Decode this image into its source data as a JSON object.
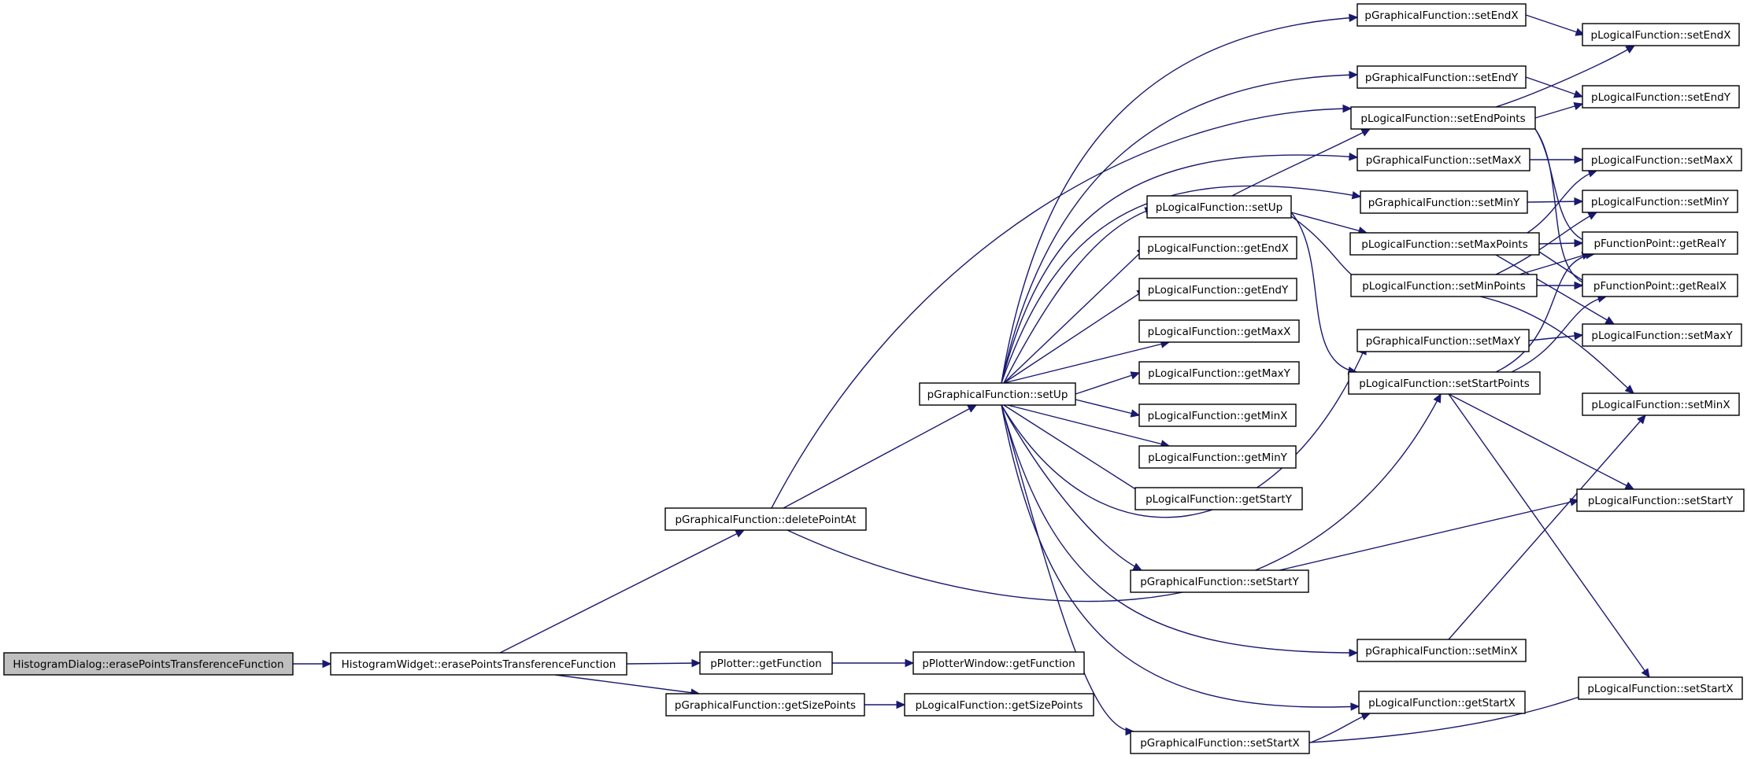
{
  "nodes": {
    "root": "HistogramDialog::erasePointsTransferenceFunction",
    "hw": "HistogramWidget::erasePointsTransferenceFunction",
    "del": "pGraphicalFunction::deletePointAt",
    "pgf": "pPlotter::getFunction",
    "gsp": "pGraphicalFunction::getSizePoints",
    "pwgf": "pPlotterWindow::getFunction",
    "lgsp": "pLogicalFunction::getSizePoints",
    "gsu": "pGraphicalFunction::setUp",
    "lsu": "pLogicalFunction::setUp",
    "gex": "pLogicalFunction::getEndX",
    "gey": "pLogicalFunction::getEndY",
    "gmaxx": "pLogicalFunction::getMaxX",
    "gmaxy": "pLogicalFunction::getMaxY",
    "gminx": "pLogicalFunction::getMinX",
    "gminy": "pLogicalFunction::getMinY",
    "gsy": "pLogicalFunction::getStartY",
    "gfssy": "pGraphicalFunction::setStartY",
    "gfssx": "pGraphicalFunction::setStartX",
    "gfsex": "pGraphicalFunction::setEndX",
    "gfsey": "pGraphicalFunction::setEndY",
    "lsep": "pLogicalFunction::setEndPoints",
    "gfsmaxx": "pGraphicalFunction::setMaxX",
    "gfsminy": "pGraphicalFunction::setMinY",
    "lsmaxp": "pLogicalFunction::setMaxPoints",
    "lsminp": "pLogicalFunction::setMinPoints",
    "gfsmaxy": "pGraphicalFunction::setMaxY",
    "lssp": "pLogicalFunction::setStartPoints",
    "gfsminx": "pGraphicalFunction::setMinX",
    "gsx": "pLogicalFunction::getStartX",
    "lsex": "pLogicalFunction::setEndX",
    "lsey": "pLogicalFunction::setEndY",
    "lsmaxx": "pLogicalFunction::setMaxX",
    "lsminy": "pLogicalFunction::setMinY",
    "fpry": "pFunctionPoint::getRealY",
    "fprx": "pFunctionPoint::getRealX",
    "lsmaxy": "pLogicalFunction::setMaxY",
    "lsminx": "pLogicalFunction::setMinX",
    "lssy": "pLogicalFunction::setStartY",
    "lssx": "pLogicalFunction::setStartX"
  },
  "colors": {
    "edge": "#191970",
    "root_fill": "#bfbfbf",
    "node_fill": "#ffffff"
  }
}
